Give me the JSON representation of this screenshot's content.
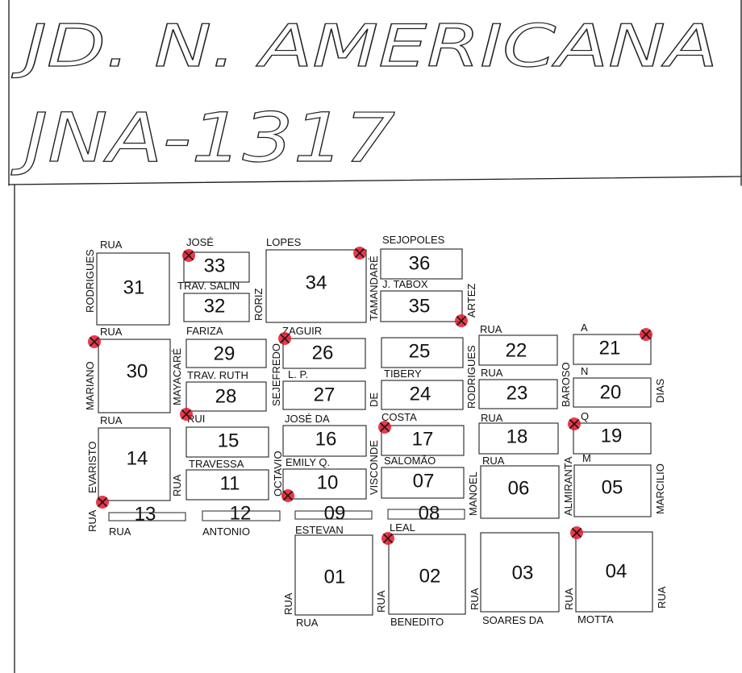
{
  "header": {
    "line1": "JD. N. AMERICANA",
    "line2": "JNA-1317"
  },
  "blocks": [
    {
      "id": "b31",
      "label": "31"
    },
    {
      "id": "b33",
      "label": "33"
    },
    {
      "id": "b32",
      "label": "32"
    },
    {
      "id": "b34",
      "label": "34"
    },
    {
      "id": "b36",
      "label": "36"
    },
    {
      "id": "b35",
      "label": "35"
    },
    {
      "id": "b30",
      "label": "30"
    },
    {
      "id": "b29",
      "label": "29"
    },
    {
      "id": "b28",
      "label": "28"
    },
    {
      "id": "b26",
      "label": "26"
    },
    {
      "id": "b27",
      "label": "27"
    },
    {
      "id": "b25",
      "label": "25"
    },
    {
      "id": "b24",
      "label": "24"
    },
    {
      "id": "b22",
      "label": "22"
    },
    {
      "id": "b23",
      "label": "23"
    },
    {
      "id": "b21",
      "label": "21"
    },
    {
      "id": "b20",
      "label": "20"
    },
    {
      "id": "b14",
      "label": "14"
    },
    {
      "id": "b15",
      "label": "15"
    },
    {
      "id": "b11",
      "label": "11"
    },
    {
      "id": "b16",
      "label": "16"
    },
    {
      "id": "b10",
      "label": "10"
    },
    {
      "id": "b17",
      "label": "17"
    },
    {
      "id": "b07",
      "label": "07"
    },
    {
      "id": "b18",
      "label": "18"
    },
    {
      "id": "b06",
      "label": "06"
    },
    {
      "id": "b19",
      "label": "19"
    },
    {
      "id": "b05",
      "label": "05"
    },
    {
      "id": "b13",
      "label": "13"
    },
    {
      "id": "b12",
      "label": "12"
    },
    {
      "id": "b09",
      "label": "09"
    },
    {
      "id": "b08",
      "label": "08"
    },
    {
      "id": "b01",
      "label": "01"
    },
    {
      "id": "b02",
      "label": "02"
    },
    {
      "id": "b03",
      "label": "03"
    },
    {
      "id": "b04",
      "label": "04"
    }
  ],
  "streets": [
    {
      "id": "s1",
      "text": "RUA"
    },
    {
      "id": "s2",
      "text": "JOSÉ"
    },
    {
      "id": "s3",
      "text": "LOPES"
    },
    {
      "id": "s4",
      "text": "SEJOPOLES"
    },
    {
      "id": "s5",
      "text": "TRAV. SALIN"
    },
    {
      "id": "s6",
      "text": "J. TABOX"
    },
    {
      "id": "s7",
      "text": "RORIZ"
    },
    {
      "id": "s8",
      "text": "TAMANDARÉ"
    },
    {
      "id": "s9",
      "text": "RODRIGUES"
    },
    {
      "id": "s10",
      "text": "ARTEZ"
    },
    {
      "id": "s11",
      "text": "RUA"
    },
    {
      "id": "s12",
      "text": "FARIZA"
    },
    {
      "id": "s13",
      "text": "ZAGUIR"
    },
    {
      "id": "s14",
      "text": "RUA"
    },
    {
      "id": "s15",
      "text": "A"
    },
    {
      "id": "s16",
      "text": "MARIANO"
    },
    {
      "id": "s17",
      "text": "MAYACARÉ"
    },
    {
      "id": "s18",
      "text": "SEJEFREDO"
    },
    {
      "id": "s19",
      "text": "TRAV. RUTH"
    },
    {
      "id": "s20",
      "text": "L. P."
    },
    {
      "id": "s21",
      "text": "TIBERY"
    },
    {
      "id": "s22",
      "text": "RUA"
    },
    {
      "id": "s23",
      "text": "N"
    },
    {
      "id": "s24",
      "text": "RODRIGUES"
    },
    {
      "id": "s25",
      "text": "BAROSO"
    },
    {
      "id": "s26",
      "text": "DIAS"
    },
    {
      "id": "s27",
      "text": "DE"
    },
    {
      "id": "s28",
      "text": "RUA"
    },
    {
      "id": "s29",
      "text": "RUI"
    },
    {
      "id": "s30",
      "text": "JOSÉ DA"
    },
    {
      "id": "s31",
      "text": "COSTA"
    },
    {
      "id": "s32",
      "text": "RUA"
    },
    {
      "id": "s33",
      "text": "Q"
    },
    {
      "id": "s34",
      "text": "EVARISTO"
    },
    {
      "id": "s35",
      "text": "OCTAVIO"
    },
    {
      "id": "s36",
      "text": "VISCONDE"
    },
    {
      "id": "s37",
      "text": "TRAVESSA"
    },
    {
      "id": "s38",
      "text": "EMILY Q."
    },
    {
      "id": "s39",
      "text": "SALOMÃO"
    },
    {
      "id": "s40",
      "text": "RUA"
    },
    {
      "id": "s41",
      "text": "M"
    },
    {
      "id": "s42",
      "text": "ALMIRANTA"
    },
    {
      "id": "s43",
      "text": "MARCILIO"
    },
    {
      "id": "s44",
      "text": "RUA"
    },
    {
      "id": "s45",
      "text": "MANOEL"
    },
    {
      "id": "s46",
      "text": "RUA"
    },
    {
      "id": "s47",
      "text": "RUA"
    },
    {
      "id": "s48",
      "text": "ANTONIO"
    },
    {
      "id": "s49",
      "text": "ESTEVAN"
    },
    {
      "id": "s50",
      "text": "LEAL"
    },
    {
      "id": "s51",
      "text": "RUA"
    },
    {
      "id": "s52",
      "text": "RUA"
    },
    {
      "id": "s53",
      "text": "RUA"
    },
    {
      "id": "s54",
      "text": "RUA"
    },
    {
      "id": "s55",
      "text": "RUA"
    },
    {
      "id": "s56",
      "text": "RUA"
    },
    {
      "id": "s57",
      "text": "BENEDITO"
    },
    {
      "id": "s58",
      "text": "SOARES DA"
    },
    {
      "id": "s59",
      "text": "MOTTA"
    }
  ],
  "marker_colors": {
    "fill": "#e8162a",
    "cross": "#1a1a1a"
  }
}
